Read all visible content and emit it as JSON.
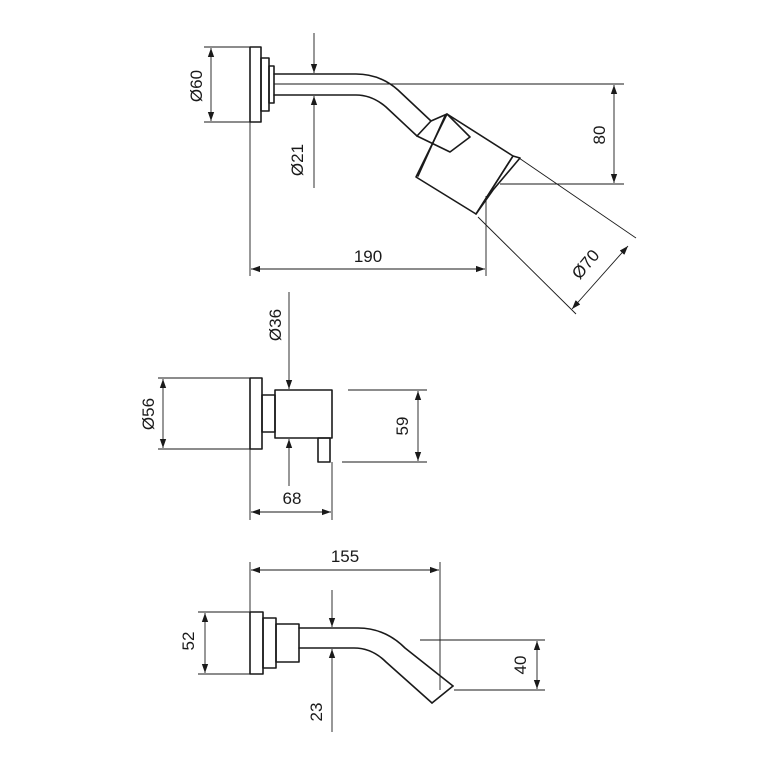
{
  "shower_head": {
    "flange_diameter": "Ø60",
    "arm_diameter": "Ø21",
    "drop_height": "80",
    "projection": "190",
    "head_diameter": "Ø70"
  },
  "mixer_valve": {
    "body_diameter": "Ø36",
    "flange_diameter": "Ø56",
    "height": "59",
    "projection": "68"
  },
  "spout": {
    "projection": "155",
    "flange_height": "52",
    "outlet_drop": "40",
    "pipe_diameter": "23"
  },
  "colors": {
    "line": "#1a1a1a",
    "background": "#ffffff"
  }
}
